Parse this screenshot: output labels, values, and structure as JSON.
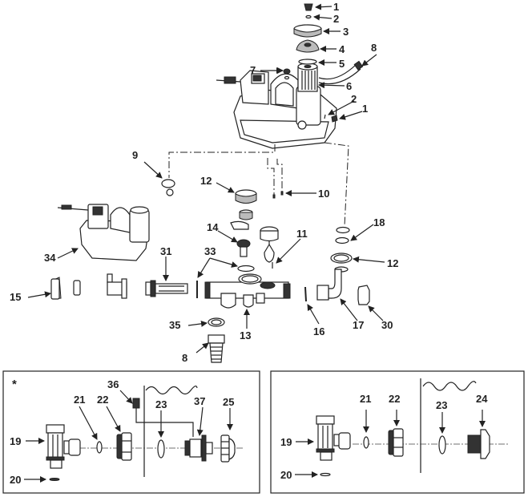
{
  "diagram": {
    "type": "exploded-parts-view",
    "subject": "Pool filter pump and saltwater system assembly",
    "main_labels": [
      {
        "id": "lbl-1a",
        "text": "1"
      },
      {
        "id": "lbl-2a",
        "text": "2"
      },
      {
        "id": "lbl-3",
        "text": "3"
      },
      {
        "id": "lbl-4",
        "text": "4"
      },
      {
        "id": "lbl-5",
        "text": "5"
      },
      {
        "id": "lbl-6",
        "text": "6"
      },
      {
        "id": "lbl-7",
        "text": "7"
      },
      {
        "id": "lbl-8a",
        "text": "8"
      },
      {
        "id": "lbl-2b",
        "text": "2"
      },
      {
        "id": "lbl-1b",
        "text": "1"
      },
      {
        "id": "lbl-9",
        "text": "9"
      },
      {
        "id": "lbl-10",
        "text": "10"
      },
      {
        "id": "lbl-12a",
        "text": "12"
      },
      {
        "id": "lbl-14",
        "text": "14"
      },
      {
        "id": "lbl-11",
        "text": "11"
      },
      {
        "id": "lbl-18",
        "text": "18"
      },
      {
        "id": "lbl-34",
        "text": "34"
      },
      {
        "id": "lbl-31",
        "text": "31"
      },
      {
        "id": "lbl-33",
        "text": "33"
      },
      {
        "id": "lbl-35",
        "text": "35"
      },
      {
        "id": "lbl-12b",
        "text": "12"
      },
      {
        "id": "lbl-15",
        "text": "15"
      },
      {
        "id": "lbl-13",
        "text": "13"
      },
      {
        "id": "lbl-16",
        "text": "16"
      },
      {
        "id": "lbl-17",
        "text": "17"
      },
      {
        "id": "lbl-30",
        "text": "30"
      },
      {
        "id": "lbl-8b",
        "text": "8"
      }
    ],
    "left_inset": {
      "marker": "*",
      "labels": [
        {
          "id": "lbl-l36",
          "text": "36"
        },
        {
          "id": "lbl-l21",
          "text": "21"
        },
        {
          "id": "lbl-l22",
          "text": "22"
        },
        {
          "id": "lbl-l23",
          "text": "23"
        },
        {
          "id": "lbl-l37",
          "text": "37"
        },
        {
          "id": "lbl-l25",
          "text": "25"
        },
        {
          "id": "lbl-l19",
          "text": "19"
        },
        {
          "id": "lbl-l20",
          "text": "20"
        }
      ]
    },
    "right_inset": {
      "labels": [
        {
          "id": "lbl-r21",
          "text": "21"
        },
        {
          "id": "lbl-r22",
          "text": "22"
        },
        {
          "id": "lbl-r23",
          "text": "23"
        },
        {
          "id": "lbl-r24",
          "text": "24"
        },
        {
          "id": "lbl-r19",
          "text": "19"
        },
        {
          "id": "lbl-r20",
          "text": "20"
        }
      ]
    }
  }
}
